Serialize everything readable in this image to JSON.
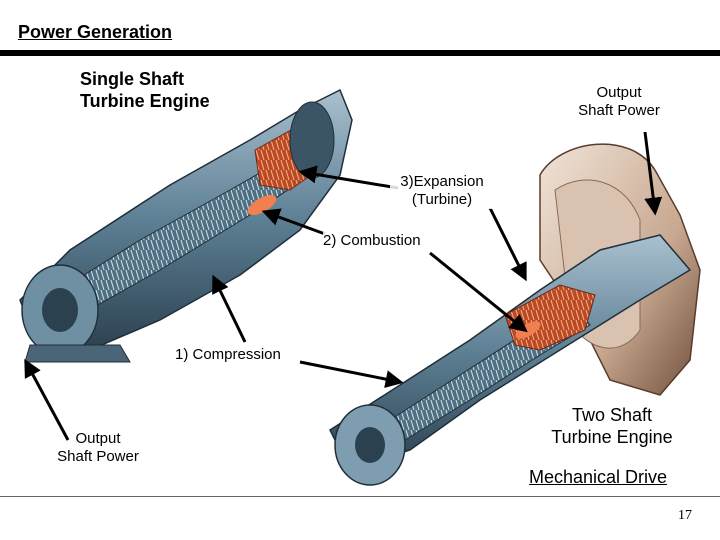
{
  "header": {
    "title": "Power Generation"
  },
  "single_shaft": {
    "title_line1": "Single Shaft",
    "title_line2": "Turbine Engine",
    "output_line1": "Output",
    "output_line2": "Shaft Power"
  },
  "stages": {
    "compression": "1) Compression",
    "combustion": "2) Combustion",
    "expansion_line1": "3)Expansion",
    "expansion_line2": "(Turbine)"
  },
  "two_shaft": {
    "title_line1": "Two Shaft",
    "title_line2": "Turbine Engine",
    "output_line1": "Output",
    "output_line2": "Shaft Power",
    "caption": "Mechanical Drive"
  },
  "colors": {
    "engine_steel": "#5d7f94",
    "engine_dark": "#2c4150",
    "combustion_orange": "#e0683a",
    "exhaust_tan": "#c8a890"
  },
  "footer": {
    "page_number": "17"
  }
}
